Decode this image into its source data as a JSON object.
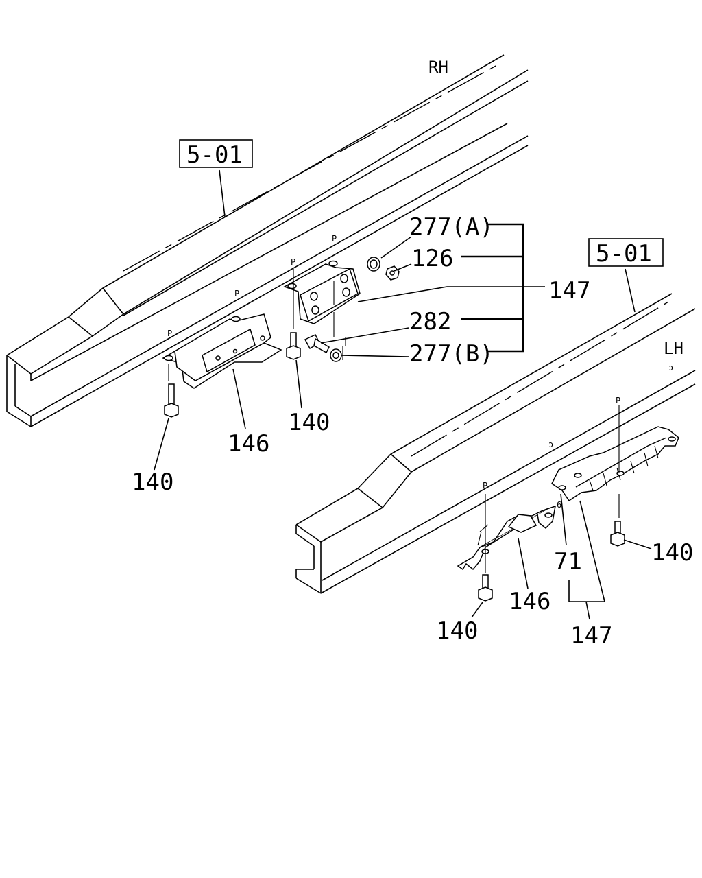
{
  "sides": {
    "rh": "RH",
    "lh": "LH"
  },
  "refs": {
    "rh_ref": "5-01",
    "lh_ref": "5-01"
  },
  "callouts": {
    "c277a": "277(A)",
    "c126": "126",
    "c147_rh": "147",
    "c282": "282",
    "c277b": "277(B)",
    "c140_rh_center": "140",
    "c146_rh": "146",
    "c140_rh_left": "140",
    "c71": "71",
    "c140_lh_right": "140",
    "c146_lh": "146",
    "c140_lh_left": "140",
    "c147_lh": "147"
  },
  "markers": {
    "p": "P"
  },
  "icons": {
    "rh_frame": "rh-frame-rail",
    "lh_frame": "lh-frame-rail",
    "bolt": "hex-bolt-icon",
    "bracket": "bracket"
  }
}
